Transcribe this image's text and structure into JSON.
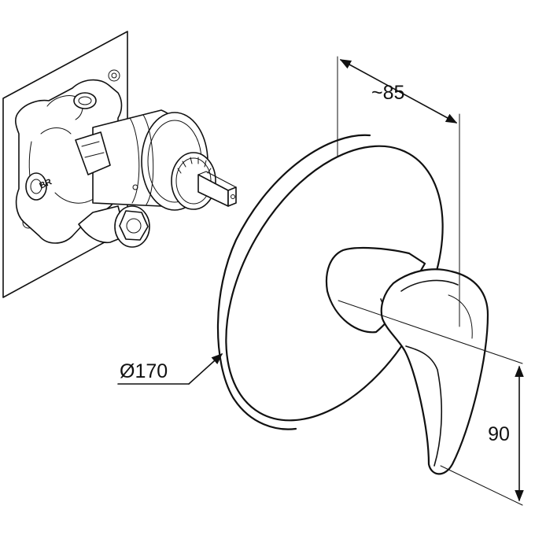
{
  "dimensions": {
    "depth_label": "~85",
    "diameter_label": "Ø170",
    "height_label": "90"
  },
  "valve_mark": "BR"
}
